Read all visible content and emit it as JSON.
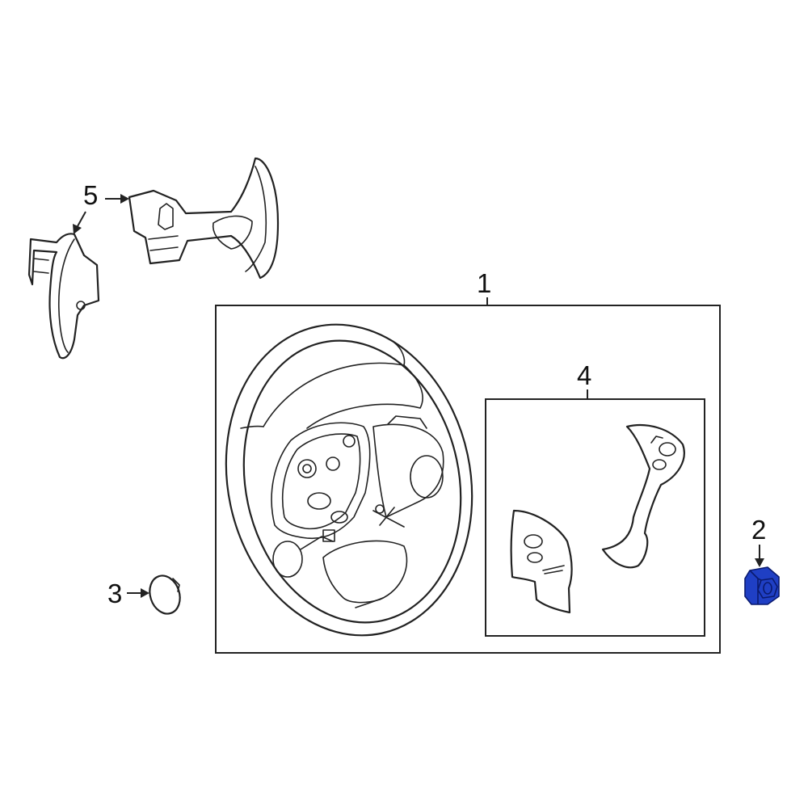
{
  "callouts": {
    "c1": "1",
    "c2": "2",
    "c3": "3",
    "c4": "4",
    "c5": "5"
  },
  "colors": {
    "highlight_fill": "#1f3fc4",
    "highlight_stroke": "#0a1a6e",
    "line": "#222222"
  },
  "parts": {
    "p1": "steering-wheel",
    "p2": "hex-nut",
    "p3": "cap-plug",
    "p4": "switch-assembly",
    "p5": "shift-paddles"
  }
}
